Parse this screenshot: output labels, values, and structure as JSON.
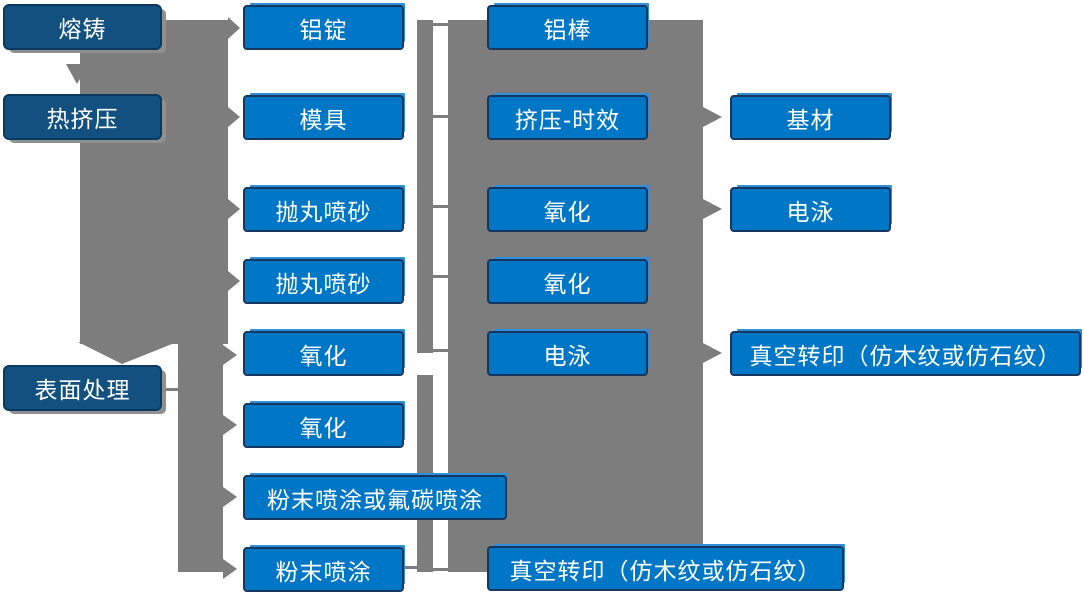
{
  "diagram": {
    "type": "flowchart",
    "language": "zh-CN",
    "colors": {
      "stage_box_fill": "#11507F",
      "stage_box_border": "#0A3A60",
      "process_box_fill": "#0076C6",
      "process_box_border": "#17375E",
      "process_box_highlight": "#2E8FD8",
      "connector_gray": "#7D7D7D",
      "text": "#FFFFFF",
      "background": "#FFFFFF"
    },
    "nodes": [
      {
        "id": "melt-casting",
        "label": "熔铸",
        "group": "stage"
      },
      {
        "id": "hot-extrusion",
        "label": "热挤压",
        "group": "stage"
      },
      {
        "id": "surface-treatment",
        "label": "表面处理",
        "group": "stage"
      },
      {
        "id": "aluminum-ingot",
        "label": "铝锭",
        "group": "process"
      },
      {
        "id": "mold",
        "label": "模具",
        "group": "process"
      },
      {
        "id": "shot-blasting-1",
        "label": "抛丸喷砂",
        "group": "process"
      },
      {
        "id": "shot-blasting-2",
        "label": "抛丸喷砂",
        "group": "process"
      },
      {
        "id": "oxidation-1",
        "label": "氧化",
        "group": "process"
      },
      {
        "id": "oxidation-2",
        "label": "氧化",
        "group": "process"
      },
      {
        "id": "powder-or-fluorocarbon-coating",
        "label": "粉末喷涂或氟碳喷涂",
        "group": "process"
      },
      {
        "id": "powder-coating",
        "label": "粉末喷涂",
        "group": "process"
      },
      {
        "id": "aluminum-rod",
        "label": "铝棒",
        "group": "process"
      },
      {
        "id": "extrusion-aging",
        "label": "挤压-时效",
        "group": "process"
      },
      {
        "id": "oxidation-3",
        "label": "氧化",
        "group": "process"
      },
      {
        "id": "oxidation-4",
        "label": "氧化",
        "group": "process"
      },
      {
        "id": "electrophoresis-1",
        "label": "电泳",
        "group": "process"
      },
      {
        "id": "vacuum-transfer-1",
        "label": "真空转印（仿木纹或仿石纹）",
        "group": "process"
      },
      {
        "id": "base-material",
        "label": "基材",
        "group": "process"
      },
      {
        "id": "electrophoresis-2",
        "label": "电泳",
        "group": "process"
      },
      {
        "id": "vacuum-transfer-2",
        "label": "真空转印（仿木纹或仿石纹）",
        "group": "process"
      }
    ],
    "edges": [
      {
        "from": "melt-casting",
        "to": "hot-extrusion"
      },
      {
        "from": "melt-casting",
        "to": "aluminum-ingot"
      },
      {
        "from": "hot-extrusion",
        "to": "mold"
      },
      {
        "from": "hot-extrusion",
        "to": "shot-blasting-1"
      },
      {
        "from": "hot-extrusion",
        "to": "shot-blasting-2"
      },
      {
        "from": "hot-extrusion",
        "to": "oxidation-1"
      },
      {
        "from": "hot-extrusion",
        "to": "surface-treatment"
      },
      {
        "from": "surface-treatment",
        "to": "oxidation-2"
      },
      {
        "from": "surface-treatment",
        "to": "powder-or-fluorocarbon-coating"
      },
      {
        "from": "surface-treatment",
        "to": "powder-coating"
      },
      {
        "from": "aluminum-ingot",
        "to": "aluminum-rod"
      },
      {
        "from": "mold",
        "to": "extrusion-aging"
      },
      {
        "from": "shot-blasting-1",
        "to": "oxidation-3"
      },
      {
        "from": "shot-blasting-2",
        "to": "oxidation-4"
      },
      {
        "from": "oxidation-1",
        "to": "electrophoresis-1"
      },
      {
        "from": "extrusion-aging",
        "to": "base-material"
      },
      {
        "from": "oxidation-3",
        "to": "electrophoresis-2"
      },
      {
        "from": "electrophoresis-1",
        "to": "vacuum-transfer-2"
      },
      {
        "from": "powder-coating",
        "to": "vacuum-transfer-1"
      }
    ]
  }
}
